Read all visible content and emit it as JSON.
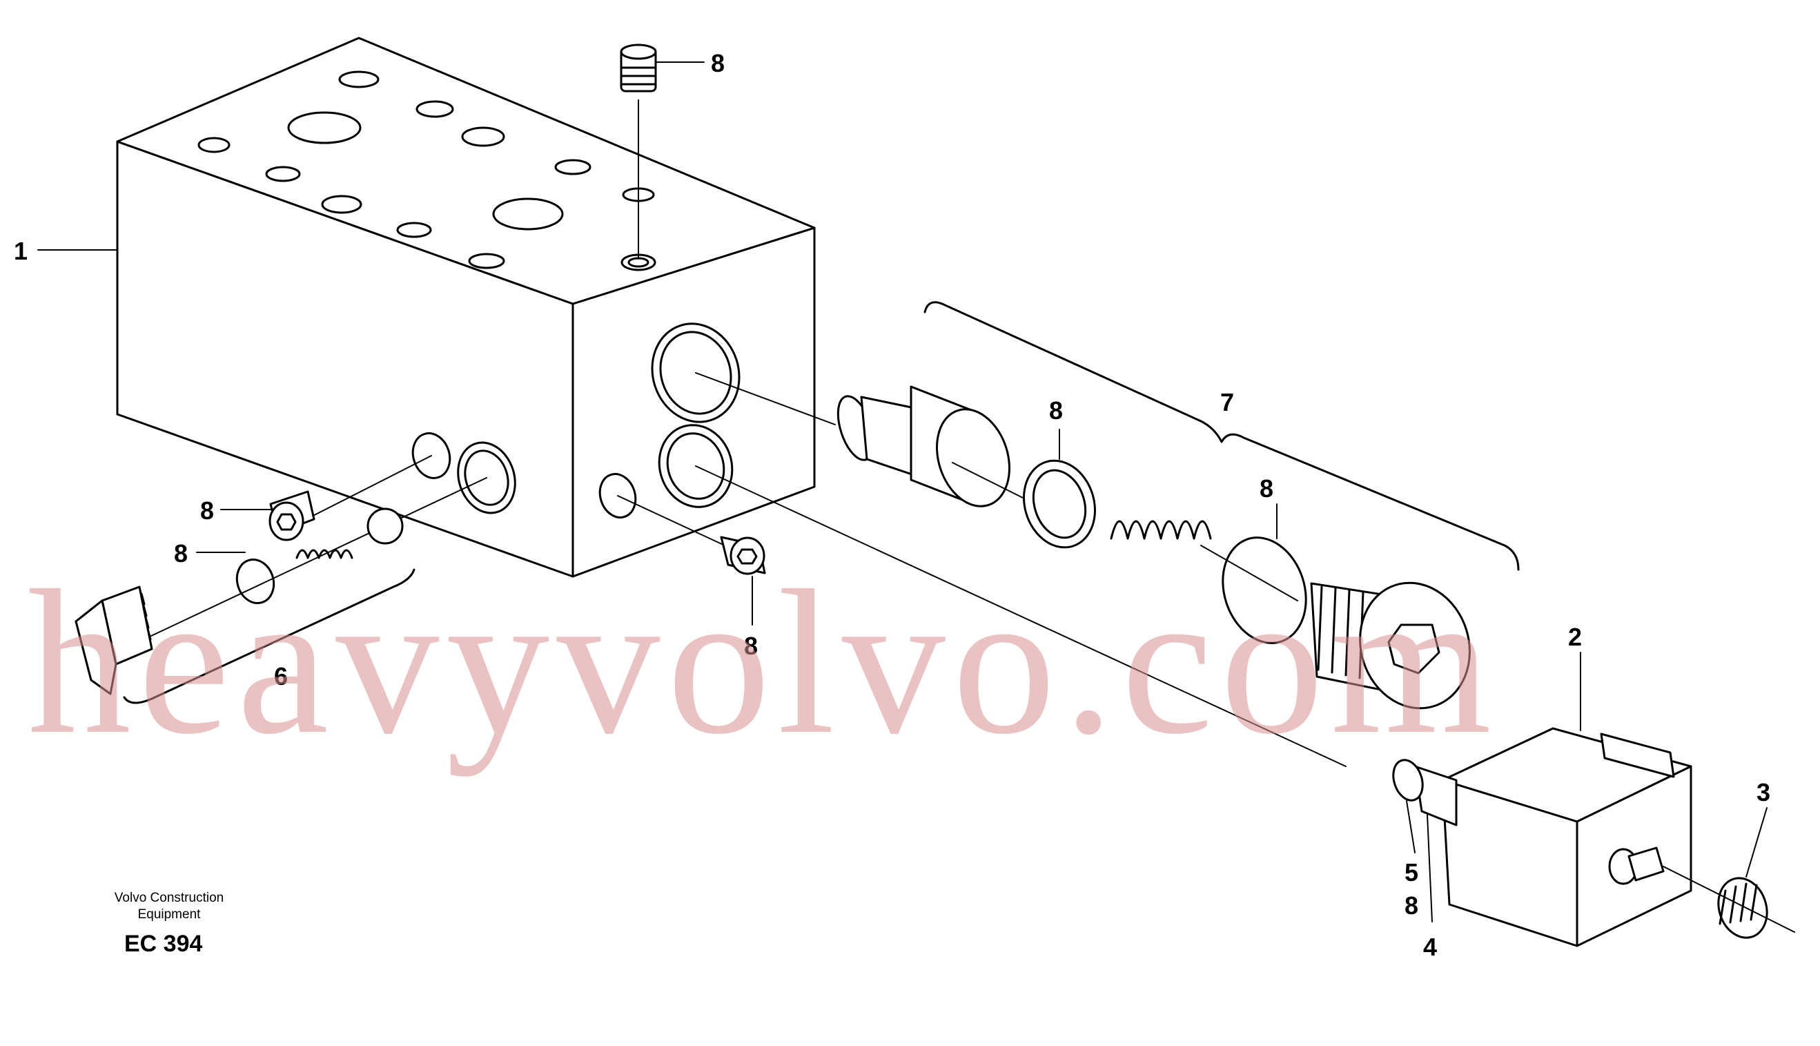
{
  "callouts": {
    "c1": "1",
    "c2": "2",
    "c3": "3",
    "c4": "4",
    "c5": "5",
    "c6": "6",
    "c7": "7",
    "c8": "8"
  },
  "caption": {
    "line1": "Volvo Construction",
    "line2": "Equipment",
    "code": "EC 394"
  },
  "watermark": "heavyvolvo.com"
}
